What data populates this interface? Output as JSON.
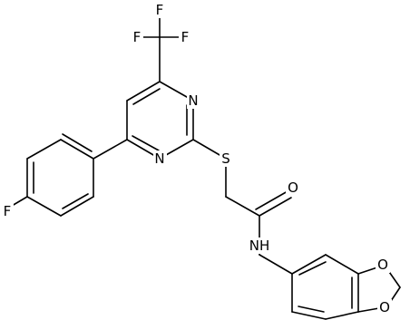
{
  "atoms": [
    {
      "id": "CF3_F1",
      "label": "F"
    },
    {
      "id": "CF3_F2",
      "label": "F"
    },
    {
      "id": "CF3_F3",
      "label": "F"
    },
    {
      "id": "pyr_N_top",
      "label": "N"
    },
    {
      "id": "pyr_N_bottom",
      "label": "N"
    },
    {
      "id": "thioether_S",
      "label": "S"
    },
    {
      "id": "carbonyl_O",
      "label": "O"
    },
    {
      "id": "amide_NH",
      "label": "NH"
    },
    {
      "id": "aryl_F",
      "label": "F"
    },
    {
      "id": "dioxole_O_top",
      "label": "O"
    },
    {
      "id": "dioxole_O_bottom",
      "label": "O"
    }
  ]
}
